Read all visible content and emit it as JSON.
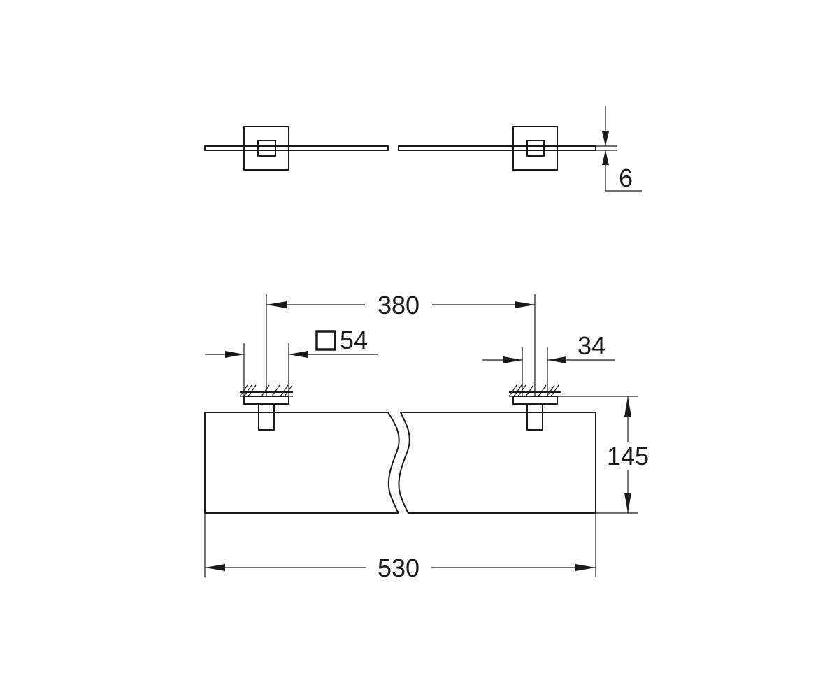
{
  "dimensions": {
    "glass_thickness": "6",
    "bracket_spacing": "380",
    "bracket_square": "54",
    "bracket_depth": "34",
    "shelf_depth": "145",
    "overall_length": "530"
  },
  "colors": {
    "line": "#1a1a1a",
    "background": "#ffffff"
  },
  "icons": {
    "square_symbol": "square-outline-icon",
    "break_mark": "wavy-break-icon"
  }
}
